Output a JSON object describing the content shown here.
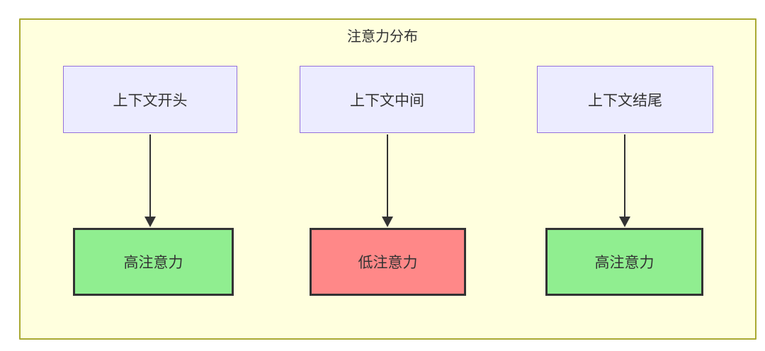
{
  "diagram": {
    "title": "注意力分布",
    "top_nodes": [
      {
        "id": "context-start",
        "label": "上下文开头"
      },
      {
        "id": "context-middle",
        "label": "上下文中间"
      },
      {
        "id": "context-end",
        "label": "上下文结尾"
      }
    ],
    "bottom_nodes": [
      {
        "id": "high-attention-left",
        "label": "高注意力",
        "level": "high"
      },
      {
        "id": "low-attention-middle",
        "label": "低注意力",
        "level": "low"
      },
      {
        "id": "high-attention-right",
        "label": "高注意力",
        "level": "high"
      }
    ],
    "edges": [
      {
        "from": "context-start",
        "to": "high-attention-left"
      },
      {
        "from": "context-middle",
        "to": "low-attention-middle"
      },
      {
        "from": "context-end",
        "to": "high-attention-right"
      }
    ],
    "colors": {
      "container_fill": "#ffffde",
      "container_border": "#aaaa33",
      "node_fill": "#ececff",
      "node_border": "#9370db",
      "high_fill": "#90ee90",
      "low_fill": "#ff8888",
      "result_border": "#333333",
      "arrow": "#333333",
      "text": "#333333"
    }
  }
}
